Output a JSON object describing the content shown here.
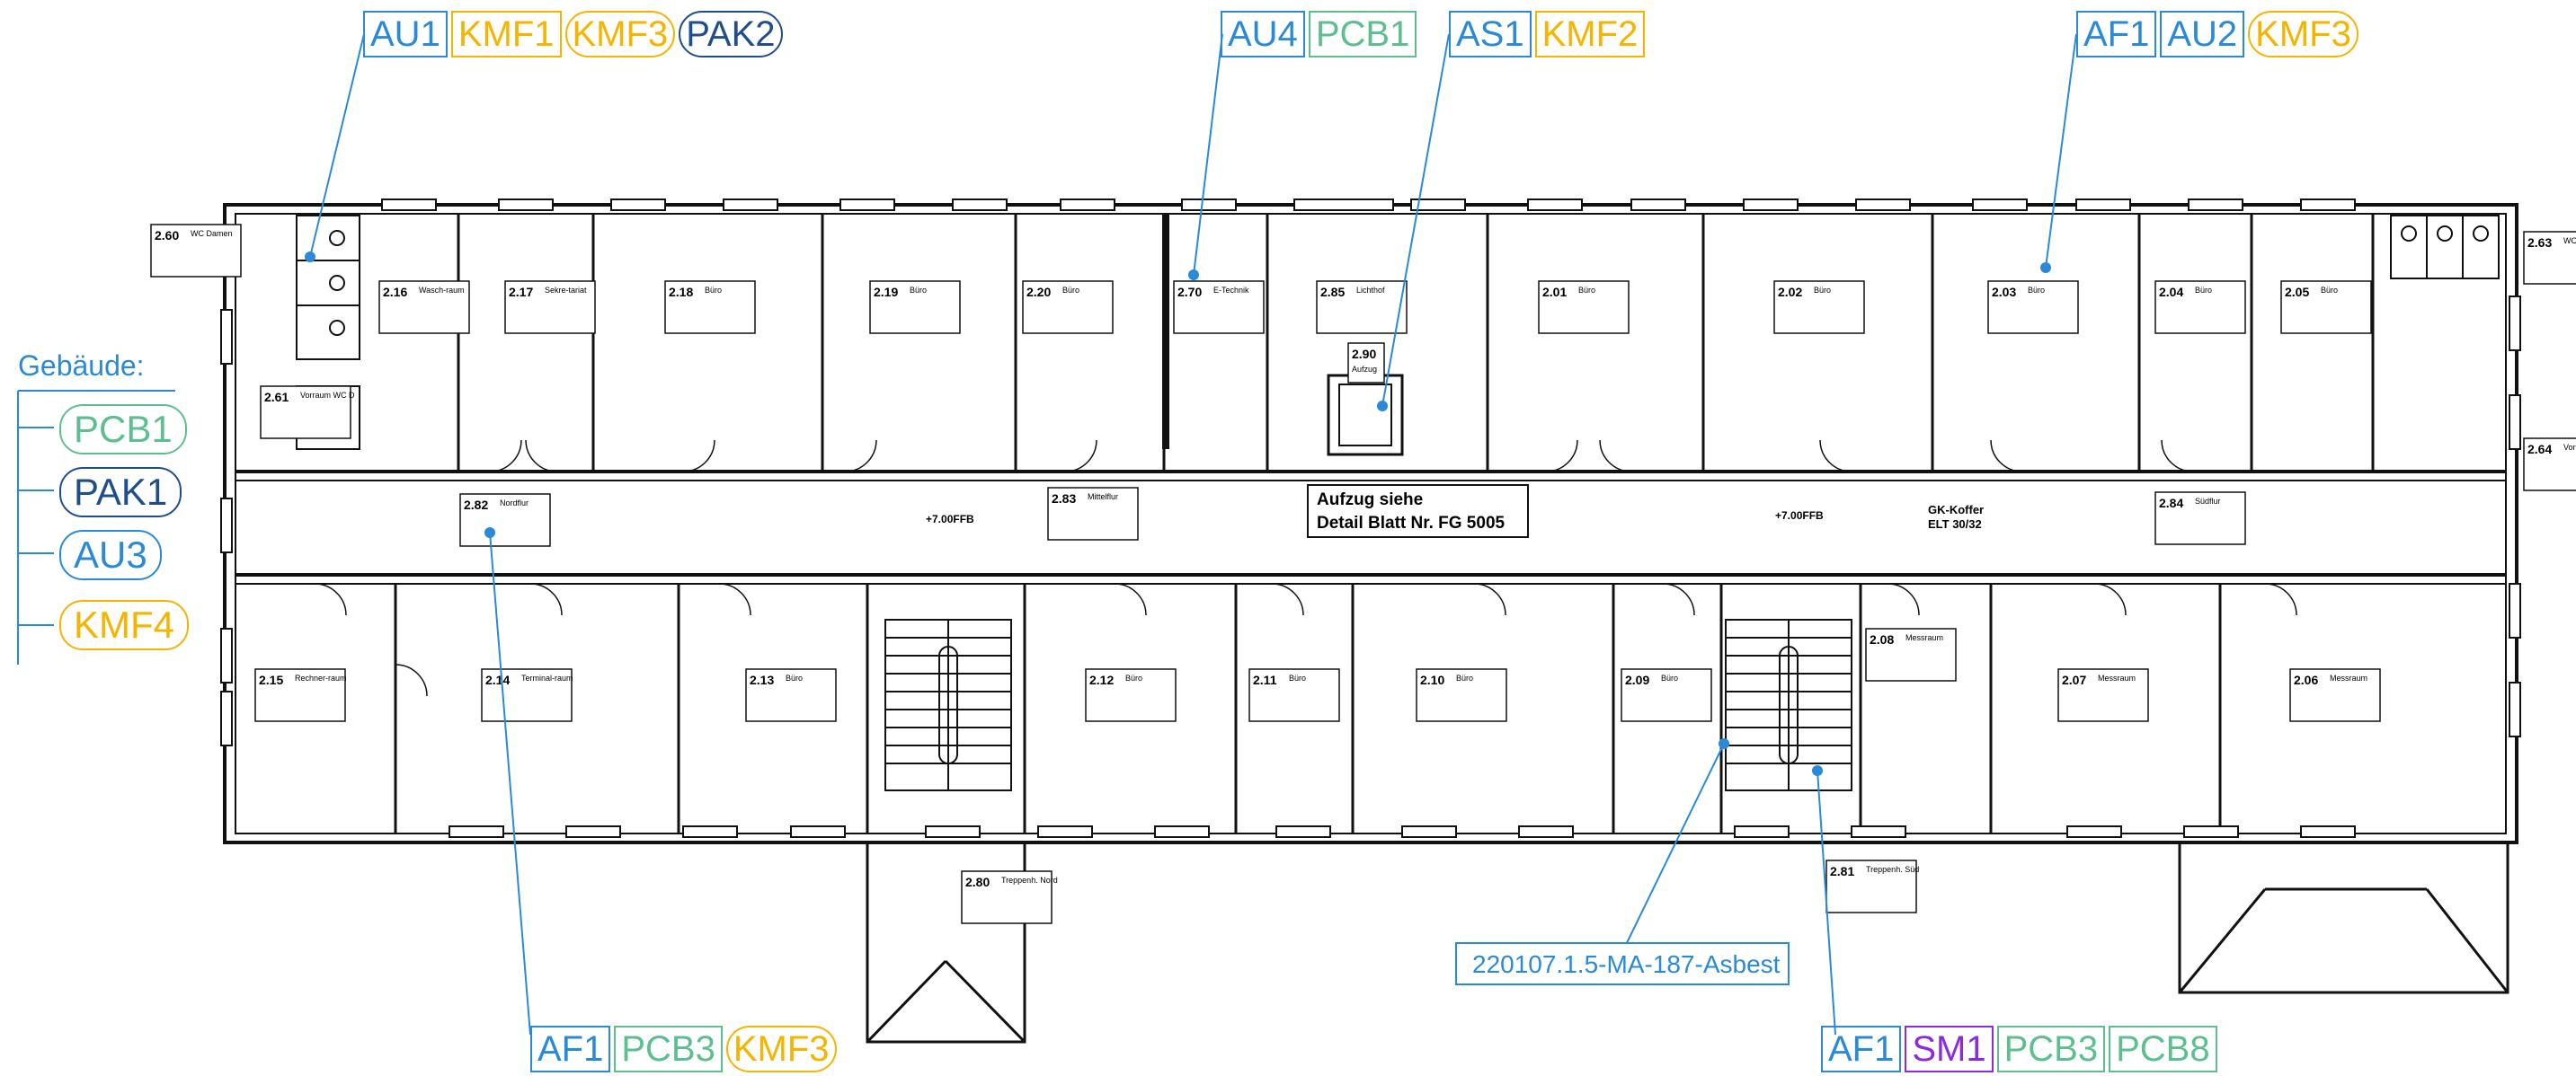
{
  "legend": {
    "title": "Gebäude:",
    "items": [
      {
        "code": "PCB1",
        "color": "#5dbf8f"
      },
      {
        "code": "PAK1",
        "color": "#1f4e8c"
      },
      {
        "code": "AU3",
        "color": "#2a8ad8"
      },
      {
        "code": "KMF4",
        "color": "#f4b400"
      }
    ]
  },
  "tags": {
    "t1": [
      "AU1",
      "KMF1",
      "KMF3",
      "PAK2"
    ],
    "t2": [
      "AU4",
      "PCB1"
    ],
    "t3": [
      "AS1",
      "KMF2"
    ],
    "t4": [
      "AF1",
      "AU2",
      "KMF3"
    ],
    "t5": [
      "AF1",
      "PCB3",
      "KMF3"
    ],
    "t6": [
      "AF1",
      "SM1",
      "PCB3",
      "PCB8"
    ]
  },
  "sample_label": "220107.1.5-MA-187-Asbest",
  "elevator_note": {
    "line1": "Aufzug siehe",
    "line2": "Detail Blatt Nr. FG 5005"
  },
  "floor_level": "+7.00FFB",
  "gk_koffer": "GK-Koffer",
  "elt": "ELT 30/32",
  "rooms": [
    {
      "no": "2.60",
      "name": "WC Damen"
    },
    {
      "no": "2.16",
      "name": "Wasch-raum"
    },
    {
      "no": "2.17",
      "name": "Sekre-tariat"
    },
    {
      "no": "2.18",
      "name": "Büro"
    },
    {
      "no": "2.19",
      "name": "Büro"
    },
    {
      "no": "2.20",
      "name": "Büro"
    },
    {
      "no": "2.70",
      "name": "E-Technik"
    },
    {
      "no": "2.85",
      "name": "Lichthof"
    },
    {
      "no": "2.90",
      "name": "Aufzug"
    },
    {
      "no": "2.01",
      "name": "Büro"
    },
    {
      "no": "2.02",
      "name": "Büro"
    },
    {
      "no": "2.03",
      "name": "Büro"
    },
    {
      "no": "2.04",
      "name": "Büro"
    },
    {
      "no": "2.05",
      "name": "Büro"
    },
    {
      "no": "2.63",
      "name": "WC Herren"
    },
    {
      "no": "2.61",
      "name": "Vorraum WC D"
    },
    {
      "no": "2.64",
      "name": "Vorraum"
    },
    {
      "no": "2.82",
      "name": "Nordflur"
    },
    {
      "no": "2.83",
      "name": "Mittelflur"
    },
    {
      "no": "2.84",
      "name": "Südflur"
    },
    {
      "no": "2.15",
      "name": "Rechner-raum"
    },
    {
      "no": "2.14",
      "name": "Terminal-raum"
    },
    {
      "no": "2.13",
      "name": "Büro"
    },
    {
      "no": "2.12",
      "name": "Büro"
    },
    {
      "no": "2.11",
      "name": "Büro"
    },
    {
      "no": "2.10",
      "name": "Büro"
    },
    {
      "no": "2.09",
      "name": "Büro"
    },
    {
      "no": "2.08",
      "name": "Messraum"
    },
    {
      "no": "2.07",
      "name": "Messraum"
    },
    {
      "no": "2.06",
      "name": "Messraum"
    },
    {
      "no": "2.80",
      "name": "Treppenh. Nord"
    },
    {
      "no": "2.81",
      "name": "Treppenh. Süd"
    }
  ],
  "colors": {
    "line": "#111111",
    "callout": "#2a8ad8"
  }
}
